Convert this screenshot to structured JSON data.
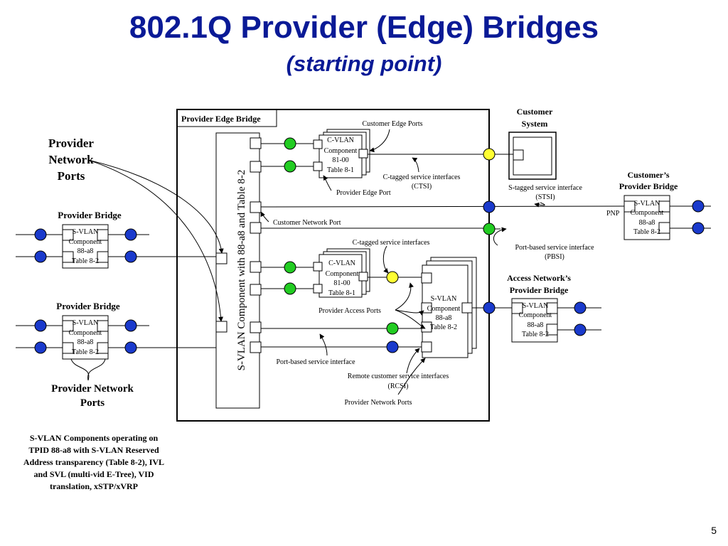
{
  "slide": {
    "title": "802.1Q Provider (Edge) Bridges",
    "subtitle": "(starting point)",
    "page_number": "5"
  },
  "colors": {
    "title": "#0a1a96",
    "green_port": "#22cc22",
    "blue_port": "#1a3acc",
    "yellow_port": "#ffff33"
  },
  "labels": {
    "peb_title": "Provider Edge Bridge",
    "customer_edge_ports": "Customer Edge Ports",
    "cvlan_top": [
      "C-VLAN",
      "Component",
      "81-00",
      "Table 8-1"
    ],
    "ctsi": [
      "C-tagged service interfaces",
      "(CTSI)"
    ],
    "provider_edge_port": "Provider Edge Port",
    "customer_system": [
      "Customer",
      "System"
    ],
    "stsi": [
      "S-tagged  service interface",
      "(STSI)"
    ],
    "customers_pb": [
      "Customer’s",
      "Provider Bridge"
    ],
    "pnp": "PNP",
    "svlan_comp": [
      "S-VLAN",
      "Component",
      "88-a8",
      "Table 8-2"
    ],
    "customer_network_port": "Customer Network  Port",
    "pbsi": [
      "Port-based service interface",
      "(PBSI)"
    ],
    "access_pb": [
      "Access Network’s",
      "Provider Bridge"
    ],
    "c_tagged_si": "C-tagged service interfaces",
    "cvlan_bottom": [
      "C-VLAN",
      "Component",
      "81-00",
      "Table 8-1"
    ],
    "provider_access_ports": "Provider Access Ports",
    "port_based_si": "Port-based service interface",
    "rcsi": [
      "Remote customer service interfaces",
      "(RCSI)"
    ],
    "provider_network_ports_inner": "Provider Network Ports",
    "svlan_vertical": "S-VLAN Component  with 88-a8 and  Table 8-2",
    "pnp_top": [
      "Provider",
      "Network",
      "Ports"
    ],
    "provider_bridge_1": "Provider Bridge",
    "provider_bridge_2": "Provider Bridge",
    "pnp_bottom": [
      "Provider Network",
      "Ports"
    ],
    "footnote": [
      "S-VLAN Components operating on",
      "TPID 88-a8 with S-VLAN Reserved",
      "Address transparency (Table 8-2), IVL",
      "and SVL (multi-vid E-Tree), VID",
      "translation, xSTP/xVRP"
    ]
  }
}
